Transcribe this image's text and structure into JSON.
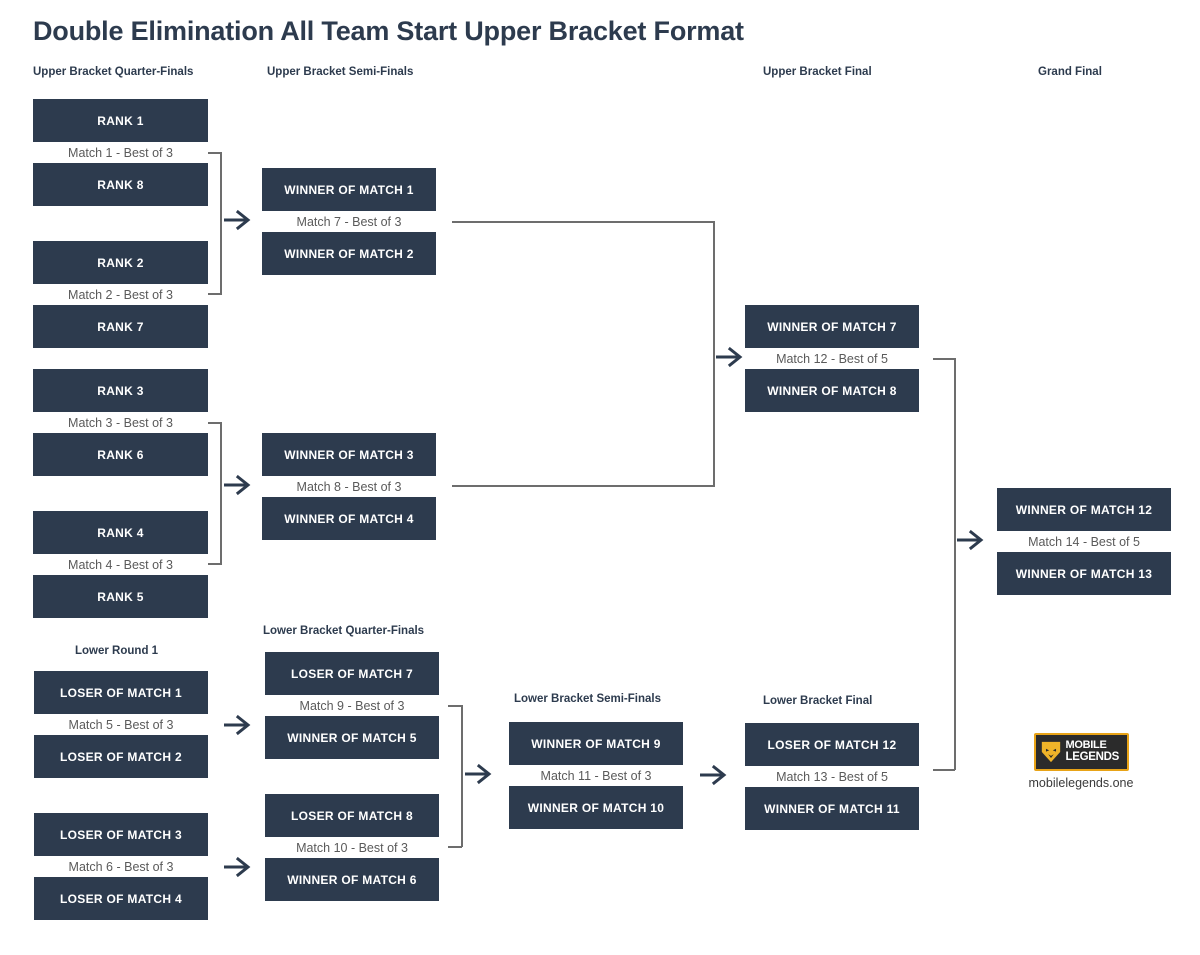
{
  "title": "Double Elimination All Team Start Upper Bracket Format",
  "headers": {
    "ub_qf": "Upper Bracket Quarter-Finals",
    "ub_sf": "Upper Bracket Semi-Finals",
    "ub_final": "Upper Bracket Final",
    "grand_final": "Grand Final",
    "lower_round_1": "Lower Round 1",
    "lb_qf": "Lower Bracket Quarter-Finals",
    "lb_sf": "Lower Bracket Semi-Finals",
    "lb_final": "Lower Bracket Final"
  },
  "matches": {
    "m1": {
      "label": "Match 1 - Best of 3",
      "top": "RANK 1",
      "bottom": "RANK 8"
    },
    "m2": {
      "label": "Match 2 - Best of 3",
      "top": "RANK 2",
      "bottom": "RANK 7"
    },
    "m3": {
      "label": "Match 3 - Best of 3",
      "top": "RANK 3",
      "bottom": "RANK 6"
    },
    "m4": {
      "label": "Match 4 - Best of 3",
      "top": "RANK 4",
      "bottom": "RANK 5"
    },
    "m5": {
      "label": "Match 5 - Best of 3",
      "top": "LOSER OF MATCH 1",
      "bottom": "LOSER OF MATCH 2"
    },
    "m6": {
      "label": "Match 6 - Best of 3",
      "top": "LOSER OF MATCH 3",
      "bottom": "LOSER OF MATCH 4"
    },
    "m7": {
      "label": "Match 7 - Best of 3",
      "top": "WINNER OF MATCH 1",
      "bottom": "WINNER OF MATCH 2"
    },
    "m8": {
      "label": "Match 8 - Best of 3",
      "top": "WINNER OF MATCH 3",
      "bottom": "WINNER OF MATCH 4"
    },
    "m9": {
      "label": "Match 9 - Best of 3",
      "top": "LOSER OF MATCH 7",
      "bottom": "WINNER OF MATCH 5"
    },
    "m10": {
      "label": "Match 10 - Best of 3",
      "top": "LOSER OF MATCH 8",
      "bottom": "WINNER OF MATCH 6"
    },
    "m11": {
      "label": "Match 11 - Best of 3",
      "top": "WINNER OF MATCH 9",
      "bottom": "WINNER OF MATCH 10"
    },
    "m12": {
      "label": "Match 12 - Best of 5",
      "top": "WINNER OF MATCH 7",
      "bottom": "WINNER OF MATCH 8"
    },
    "m13": {
      "label": "Match 13 - Best of 5",
      "top": "LOSER OF MATCH 12",
      "bottom": "WINNER OF MATCH 11"
    },
    "m14": {
      "label": "Match 14 - Best of 5",
      "top": "WINNER OF MATCH 12",
      "bottom": "WINNER OF MATCH 13"
    }
  },
  "logo": {
    "line1": "MOBILE",
    "line2": "LEGENDS",
    "caption": "mobilelegends.one"
  },
  "colors": {
    "box": "#2d3b4e",
    "box_text": "#ffffff",
    "label_text": "#5a5a5a",
    "connector": "#6d6d6d",
    "logo_accent": "#e8a317"
  }
}
